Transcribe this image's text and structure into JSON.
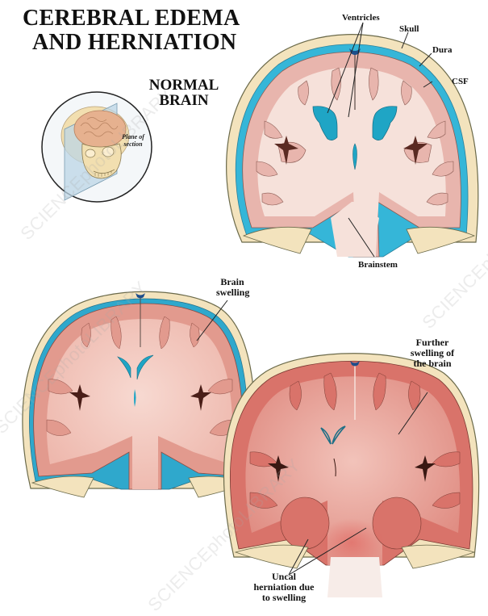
{
  "title": {
    "line1": "CEREBRAL EDEMA",
    "line2": "AND HERNIATION"
  },
  "normal_brain": {
    "heading_line1": "NORMAL",
    "heading_line2": "BRAIN",
    "inset": {
      "label_line1": "Plane of",
      "label_line2": "section"
    },
    "labels": {
      "ventricles": "Ventricles",
      "skull": "Skull",
      "dura": "Dura",
      "csf": "CSF",
      "brainstem": "Brainstem"
    }
  },
  "swollen_brain": {
    "label_line1": "Brain",
    "label_line2": "swelling"
  },
  "herniated_brain": {
    "label_line1": "Further",
    "label_line2": "swelling of",
    "label_line3": "the brain",
    "herniation_line1": "Uncal",
    "herniation_line2": "herniation due",
    "herniation_line3": "to swelling"
  },
  "watermark": "SCIENCEphotoLIBRARY",
  "colors": {
    "skull": "#f3e3bd",
    "skull_outline": "#6b6a4a",
    "csf": "#2fb3d6",
    "ventricle": "#1fa5c5",
    "normal_gray_matter": "#e8b5ad",
    "normal_white_matter": "#f6e1da",
    "swollen_gray_matter": "#e29a8e",
    "swollen_white_matter": "#f3cdc4",
    "herniated_gray_matter": "#d9736a",
    "herniated_white_matter": "#eeb1a8",
    "sulcus": "#5a2a22"
  }
}
